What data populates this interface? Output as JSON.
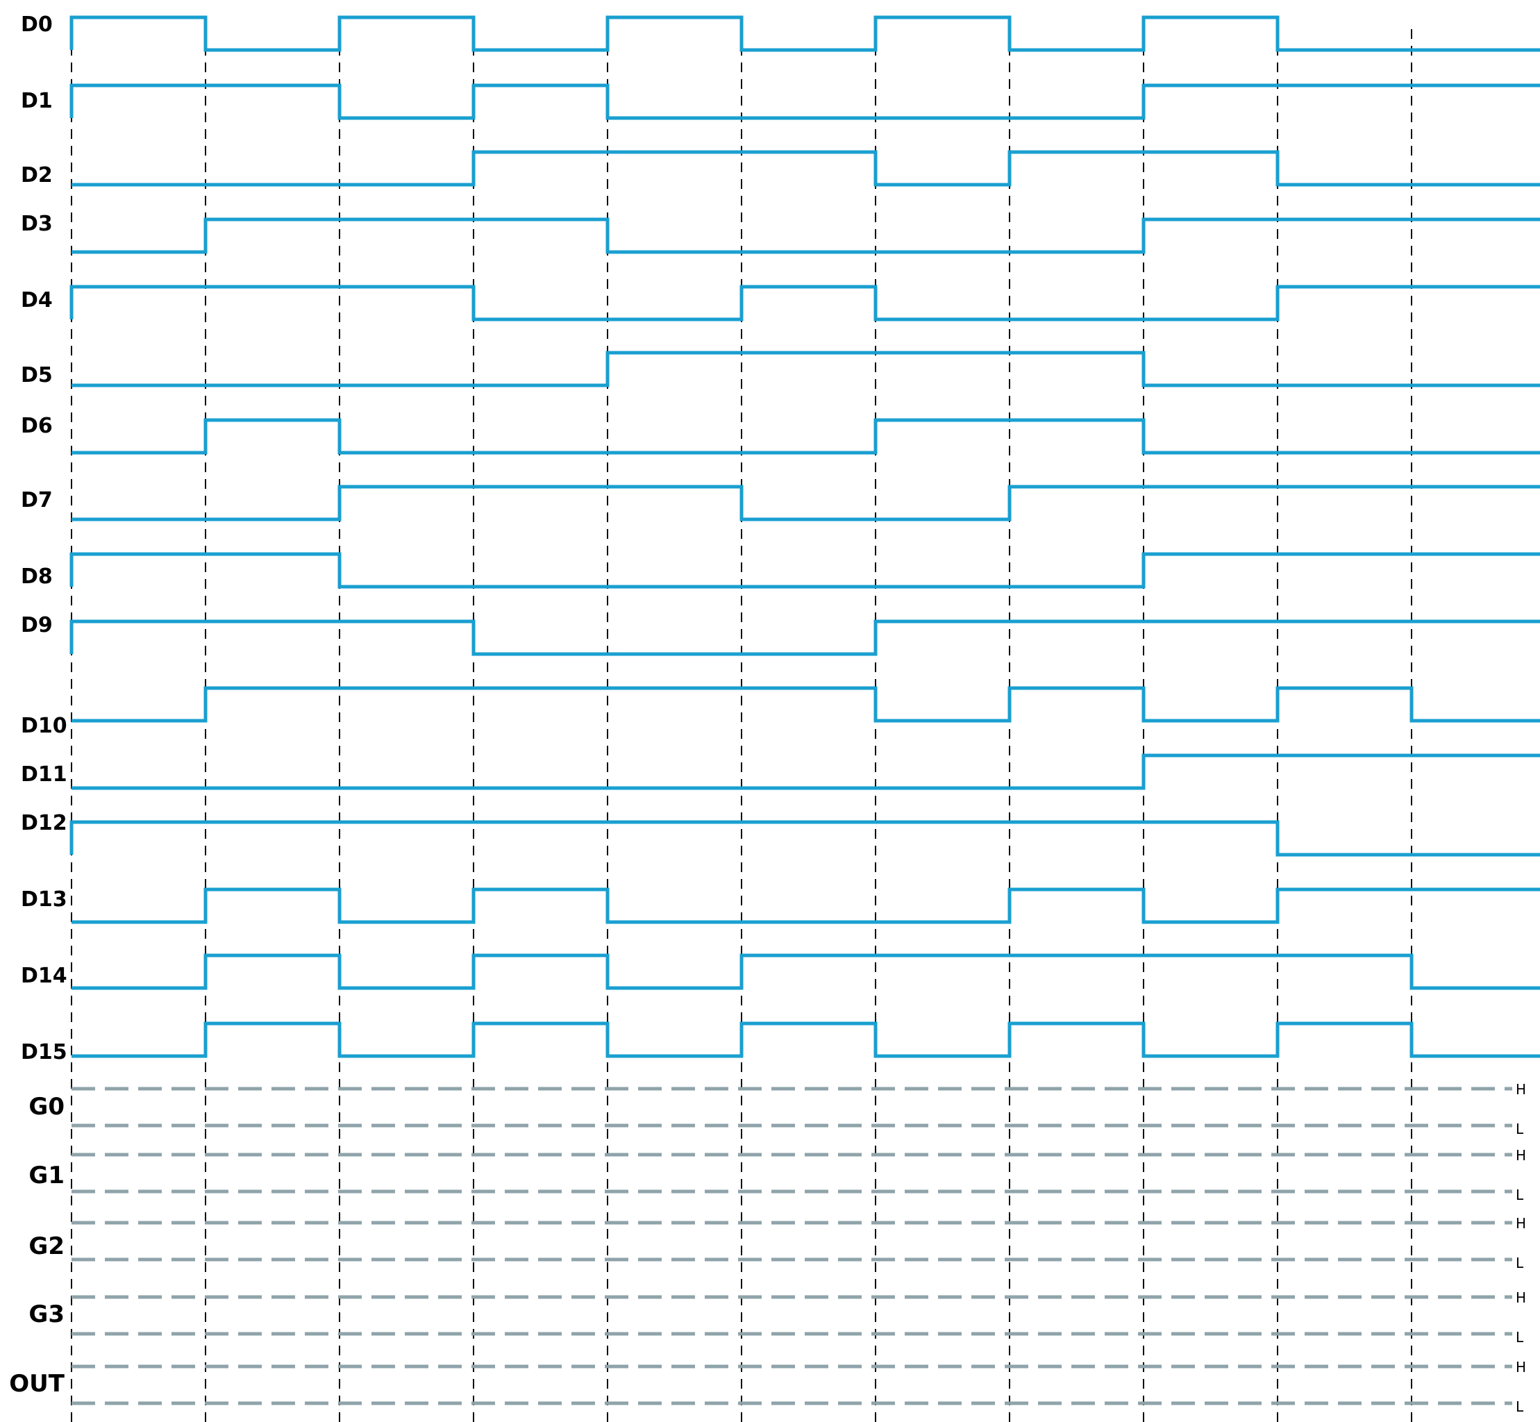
{
  "colors": {
    "waveform": "#1a9fd0",
    "placeholder": "#8fa3aa",
    "gridline": "#000000"
  },
  "timeline": {
    "slots": 11,
    "extra_tail": true
  },
  "signals": [
    {
      "label": "D0",
      "levels": [
        1,
        0,
        1,
        0,
        1,
        0,
        1,
        0,
        1,
        0,
        0
      ]
    },
    {
      "label": "D1",
      "levels": [
        1,
        1,
        0,
        1,
        0,
        0,
        0,
        0,
        1,
        1,
        1
      ]
    },
    {
      "label": "D2",
      "levels": [
        0,
        0,
        0,
        1,
        1,
        1,
        0,
        1,
        1,
        0,
        0
      ]
    },
    {
      "label": "D3",
      "levels": [
        0,
        1,
        1,
        1,
        0,
        0,
        0,
        0,
        1,
        1,
        1
      ]
    },
    {
      "label": "D4",
      "levels": [
        1,
        1,
        1,
        0,
        0,
        1,
        0,
        0,
        0,
        1,
        1
      ]
    },
    {
      "label": "D5",
      "levels": [
        0,
        0,
        0,
        0,
        1,
        1,
        1,
        1,
        0,
        0,
        0
      ]
    },
    {
      "label": "D6",
      "levels": [
        0,
        1,
        0,
        0,
        0,
        0,
        1,
        1,
        0,
        0,
        0
      ]
    },
    {
      "label": "D7",
      "levels": [
        0,
        0,
        1,
        1,
        1,
        0,
        0,
        1,
        1,
        1,
        1
      ]
    },
    {
      "label": "D8",
      "levels": [
        1,
        1,
        0,
        0,
        0,
        0,
        0,
        0,
        1,
        1,
        1
      ]
    },
    {
      "label": "D9",
      "levels": [
        1,
        1,
        1,
        0,
        0,
        0,
        1,
        1,
        1,
        1,
        1
      ]
    },
    {
      "label": "D10",
      "levels": [
        0,
        1,
        1,
        1,
        1,
        1,
        0,
        1,
        0,
        1,
        0
      ]
    },
    {
      "label": "D11",
      "levels": [
        0,
        0,
        0,
        0,
        0,
        0,
        0,
        0,
        1,
        1,
        1
      ]
    },
    {
      "label": "D12",
      "levels": [
        1,
        1,
        1,
        1,
        1,
        1,
        1,
        1,
        1,
        0,
        0
      ]
    },
    {
      "label": "D13",
      "levels": [
        0,
        1,
        0,
        1,
        0,
        0,
        0,
        1,
        0,
        1,
        1
      ]
    },
    {
      "label": "D14",
      "levels": [
        0,
        1,
        0,
        1,
        0,
        1,
        1,
        1,
        1,
        1,
        0
      ]
    },
    {
      "label": "D15",
      "levels": [
        0,
        1,
        0,
        1,
        0,
        1,
        0,
        1,
        0,
        1,
        0
      ]
    }
  ],
  "groups": [
    {
      "label": "G0",
      "high_label": "H",
      "low_label": "L"
    },
    {
      "label": "G1",
      "high_label": "H",
      "low_label": "L"
    },
    {
      "label": "G2",
      "high_label": "H",
      "low_label": "L"
    },
    {
      "label": "G3",
      "high_label": "H",
      "low_label": "L"
    },
    {
      "label": "OUT",
      "high_label": "H",
      "low_label": "L"
    }
  ]
}
